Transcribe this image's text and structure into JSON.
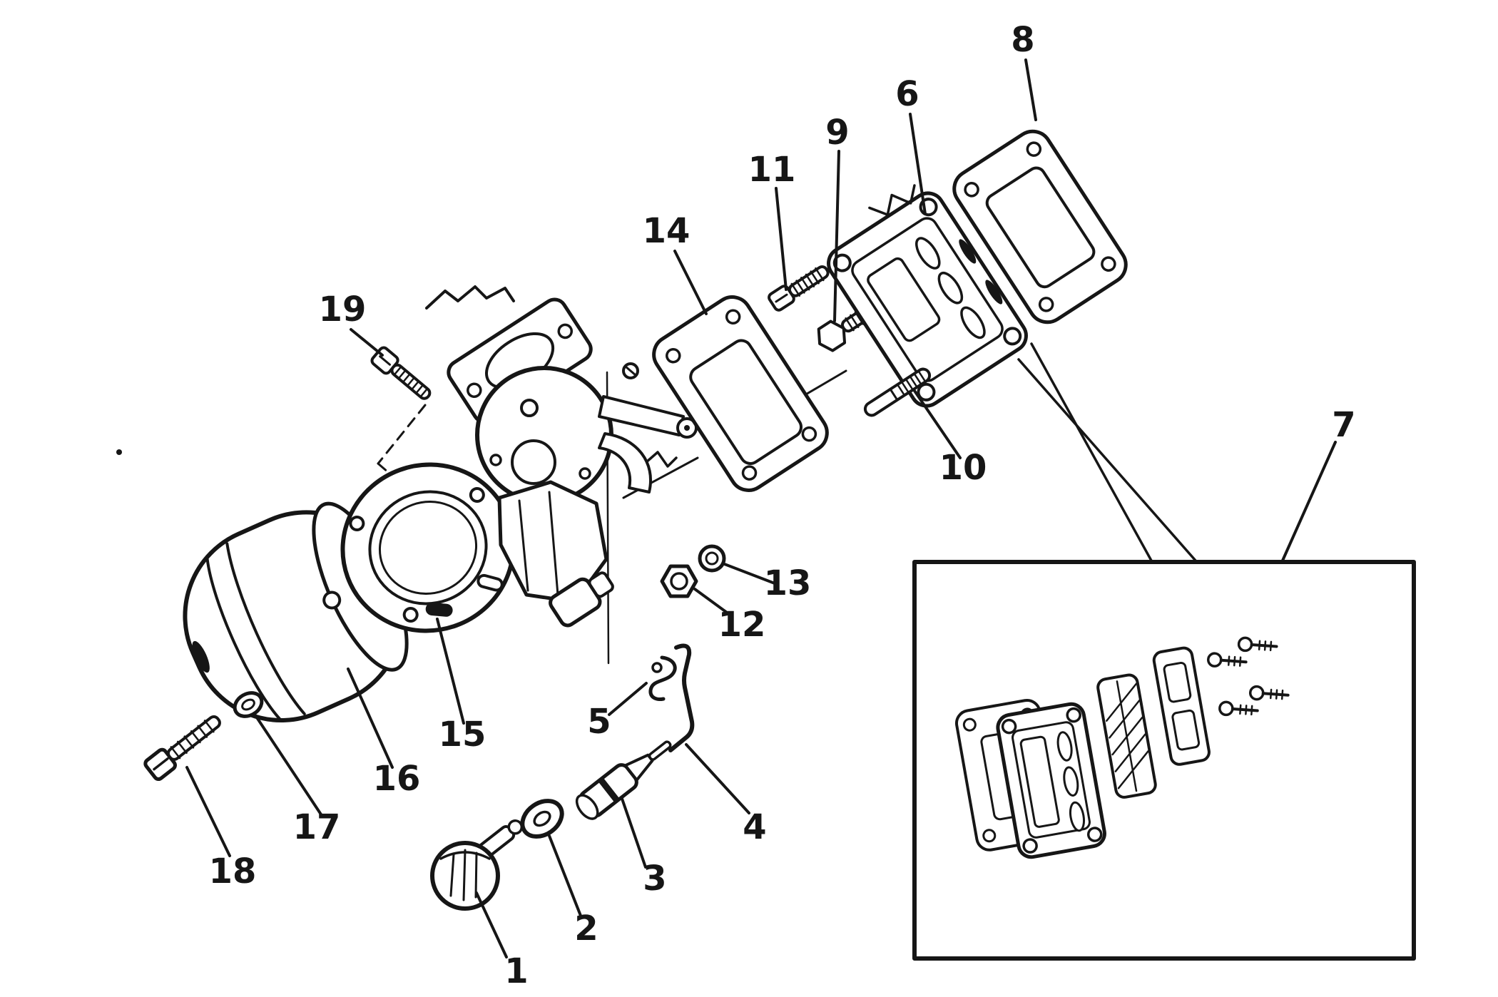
{
  "diagram": {
    "background_color": "#ffffff",
    "ink_color": "#161616",
    "callouts": [
      "1",
      "2",
      "3",
      "4",
      "5",
      "6",
      "7",
      "8",
      "9",
      "10",
      "11",
      "12",
      "13",
      "14",
      "15",
      "16",
      "17",
      "18",
      "19"
    ]
  }
}
